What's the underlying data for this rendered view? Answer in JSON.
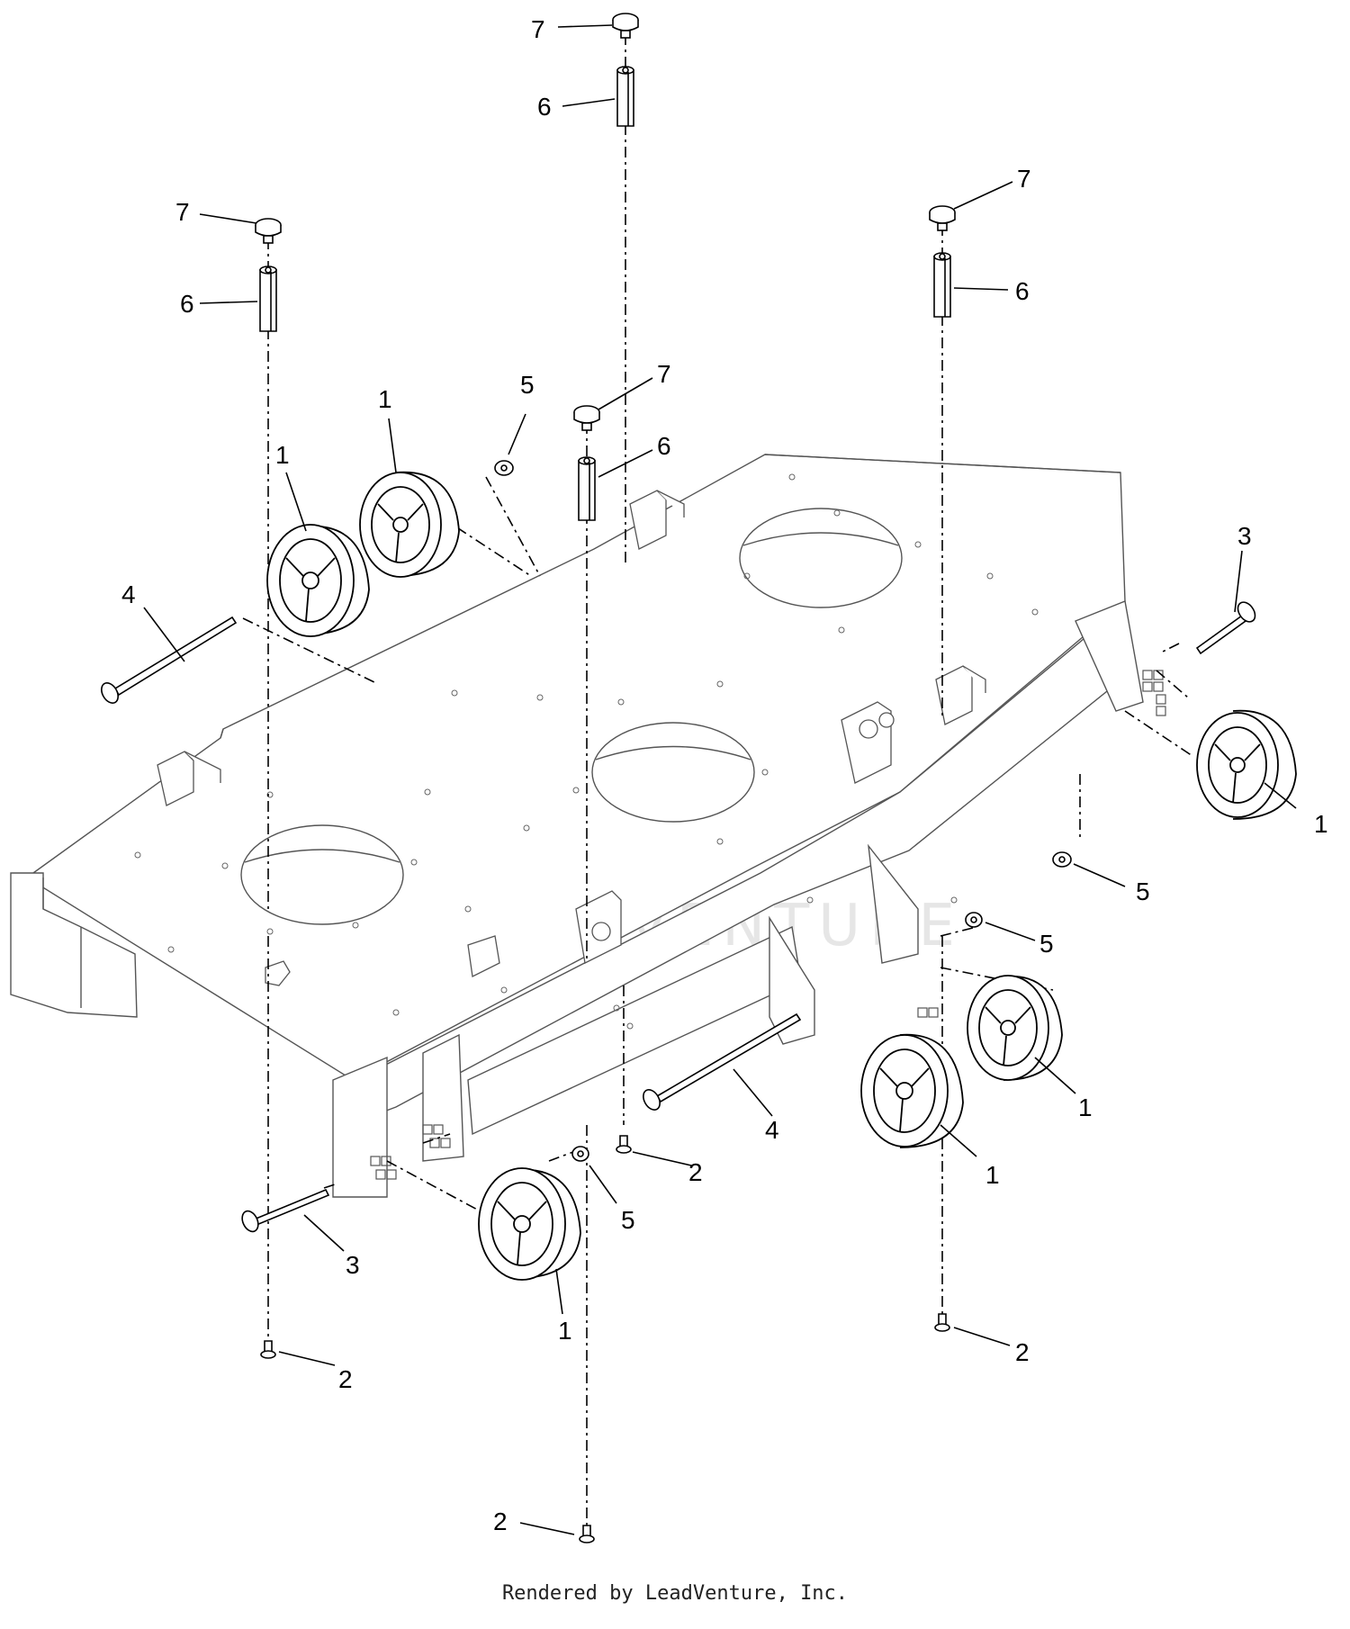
{
  "watermark": {
    "text": "LEADVENTURE"
  },
  "footer": {
    "text": "Rendered by LeadVenture, Inc."
  },
  "callouts": [
    {
      "id": "c7-top",
      "label": "7"
    },
    {
      "id": "c6-top",
      "label": "6"
    },
    {
      "id": "c7-left",
      "label": "7"
    },
    {
      "id": "c6-left",
      "label": "6"
    },
    {
      "id": "c7-right",
      "label": "7"
    },
    {
      "id": "c6-right",
      "label": "6"
    },
    {
      "id": "c7-center",
      "label": "7"
    },
    {
      "id": "c6-center",
      "label": "6"
    },
    {
      "id": "c5-top",
      "label": "5"
    },
    {
      "id": "c1-a",
      "label": "1"
    },
    {
      "id": "c1-b",
      "label": "1"
    },
    {
      "id": "c4-left",
      "label": "4"
    },
    {
      "id": "c3-right",
      "label": "3"
    },
    {
      "id": "c1-right",
      "label": "1"
    },
    {
      "id": "c5-right-a",
      "label": "5"
    },
    {
      "id": "c5-right-b",
      "label": "5"
    },
    {
      "id": "c1-front-a",
      "label": "1"
    },
    {
      "id": "c1-front-b",
      "label": "1"
    },
    {
      "id": "c4-front",
      "label": "4"
    },
    {
      "id": "c2-mid",
      "label": "2"
    },
    {
      "id": "c5-front",
      "label": "5"
    },
    {
      "id": "c3-front",
      "label": "3"
    },
    {
      "id": "c1-front-left",
      "label": "1"
    },
    {
      "id": "c2-left",
      "label": "2"
    },
    {
      "id": "c2-right",
      "label": "2"
    },
    {
      "id": "c2-bottom",
      "label": "2"
    }
  ]
}
